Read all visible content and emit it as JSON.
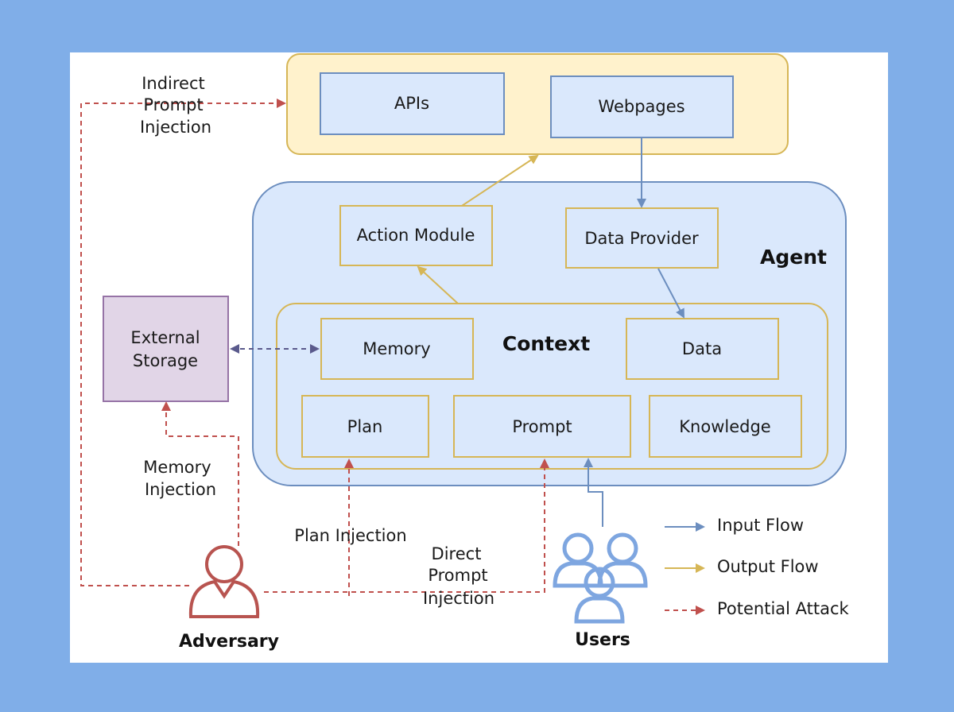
{
  "regions": {
    "tools": {
      "apis": "APIs",
      "webpages": "Webpages"
    },
    "agent": {
      "title": "Agent",
      "action_module": "Action Module",
      "data_provider": "Data Provider",
      "context": {
        "title": "Context",
        "memory": "Memory",
        "data": "Data",
        "plan": "Plan",
        "prompt": "Prompt",
        "knowledge": "Knowledge"
      }
    },
    "external_storage": [
      "External",
      "Storage"
    ]
  },
  "attacks": {
    "indirect_prompt_injection": [
      "Indirect",
      "Prompt",
      "Injection"
    ],
    "memory_injection": [
      "Memory",
      "Injection"
    ],
    "plan_injection": "Plan Injection",
    "direct_prompt_injection": [
      "Direct",
      "Prompt",
      "Injection"
    ]
  },
  "actors": {
    "adversary": "Adversary",
    "users": "Users"
  },
  "legend": [
    {
      "label": "Input Flow",
      "color": "#6c8ebf",
      "style": "solid"
    },
    {
      "label": "Output Flow",
      "color": "#d6b656",
      "style": "solid"
    },
    {
      "label": "Potential Attack",
      "color": "#c0504d",
      "style": "dashed"
    }
  ],
  "colors": {
    "input_flow": "#6c8ebf",
    "output_flow": "#d6b656",
    "attack": "#c0504d",
    "memory_link": "#5a5a8c",
    "tools_fill": "#fff2cc",
    "agent_fill": "#dae8fc",
    "storage_fill": "#e1d5e7",
    "storage_border": "#9673a6",
    "background": "#80aee8"
  }
}
